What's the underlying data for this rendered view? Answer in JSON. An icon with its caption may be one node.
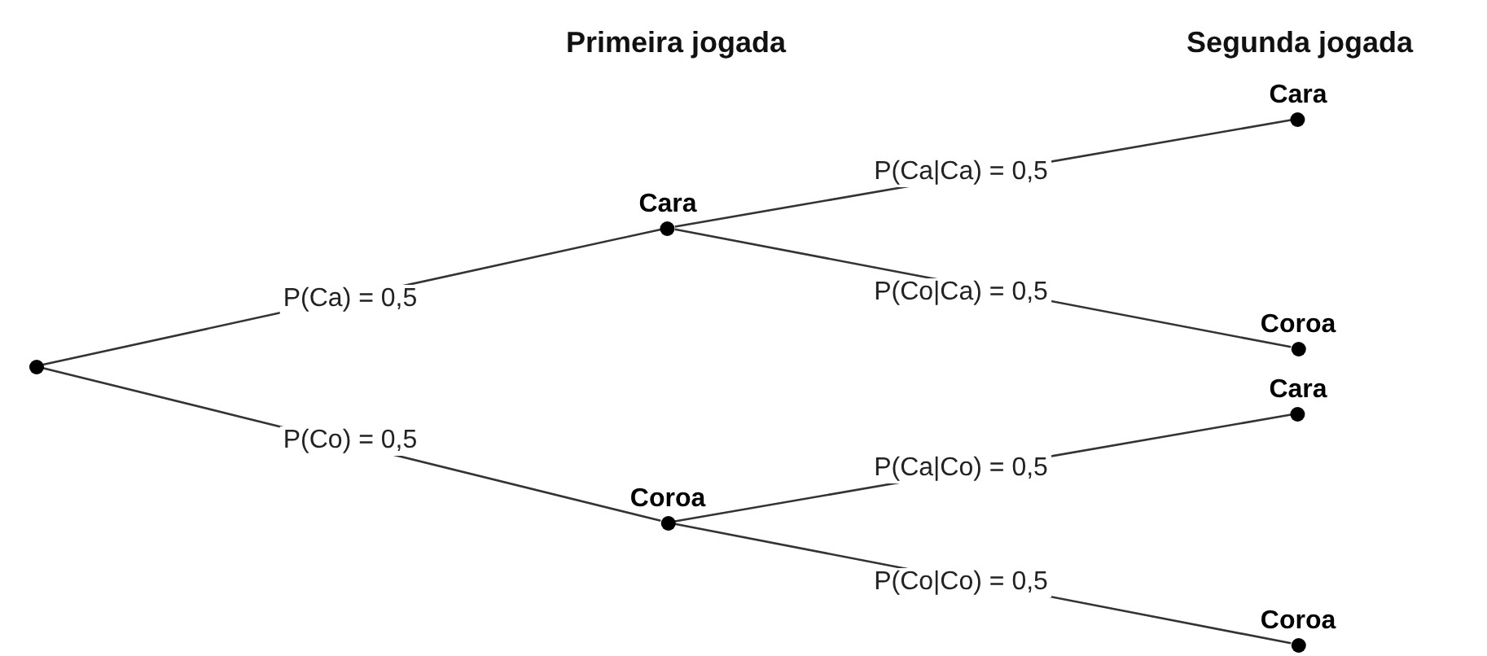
{
  "diagram": {
    "nodes": [
      {
        "text": [],
        "shape": "circle"
      },
      {
        "text": [
          "Cara"
        ]
      },
      {
        "text": [
          "Coroa"
        ]
      },
      {
        "text": [
          "Cara"
        ]
      },
      {
        "text": [
          "Coroa"
        ]
      },
      {
        "text": [
          "Cara"
        ]
      },
      {
        "text": [
          "Coroa"
        ]
      }
    ],
    "edges": [
      {
        "from": 0,
        "to": 1,
        "arrow": "none",
        "label": "P(Ca) = 0,5"
      },
      {
        "from": 0,
        "to": 2,
        "arrow": "none",
        "label": "P(Co) = 0,5"
      },
      {
        "from": 1,
        "to": 3,
        "arrow": "none",
        "label": "P(Ca|Ca) = 0,5"
      },
      {
        "from": 1,
        "to": 4,
        "arrow": "none",
        "label": "P(Co|Ca) = 0,5"
      },
      {
        "from": 2,
        "to": 5,
        "arrow": "none",
        "label": "P(Ca|Co) = 0,5"
      },
      {
        "from": 2,
        "to": 6,
        "arrow": "none",
        "label": "P(Co|Co) = 0,5"
      }
    ],
    "labels": [
      "Primeira jogada",
      "Segunda jogada"
    ]
  }
}
